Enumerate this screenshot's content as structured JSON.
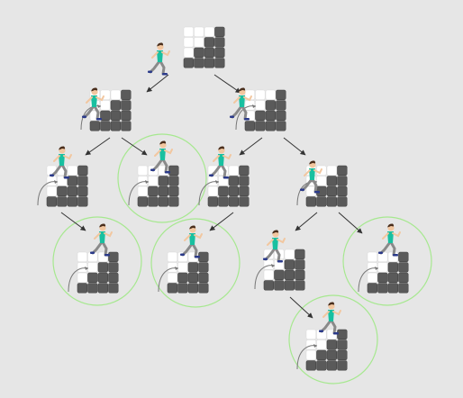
{
  "colors": {
    "background": "#e6e6e6",
    "block": "#5a5a5a",
    "block_edge": "#444444",
    "empty_cell": "#ffffff",
    "grid_line": "#d9d9d9",
    "edge_arrow": "#333333",
    "highlight_circle": "#a6e88f",
    "jump_arc": "#777777",
    "runner_shirt": "#19c0a0",
    "runner_pants": "#8a8a8a",
    "runner_hair": "#4a2e1c",
    "runner_skin": "#f2c7a0",
    "runner_shoe": "#2b3a8a"
  },
  "figure": {
    "description_type": "decision tree of staircase-climbing states",
    "nodes": [
      {
        "id": "root",
        "depth": 0,
        "highlighted": false,
        "has_jump_arc": false
      },
      {
        "id": "n1",
        "depth": 1,
        "highlighted": false,
        "has_jump_arc": true
      },
      {
        "id": "n2",
        "depth": 1,
        "highlighted": false,
        "has_jump_arc": true
      },
      {
        "id": "n1a",
        "depth": 2,
        "highlighted": false,
        "has_jump_arc": true
      },
      {
        "id": "n1b",
        "depth": 2,
        "highlighted": true,
        "has_jump_arc": true
      },
      {
        "id": "n2a",
        "depth": 2,
        "highlighted": false,
        "has_jump_arc": true
      },
      {
        "id": "n2b",
        "depth": 2,
        "highlighted": false,
        "has_jump_arc": true
      },
      {
        "id": "n1a1",
        "depth": 3,
        "highlighted": true,
        "has_jump_arc": true
      },
      {
        "id": "n2a1",
        "depth": 3,
        "highlighted": true,
        "has_jump_arc": true
      },
      {
        "id": "n2b1",
        "depth": 3,
        "highlighted": false,
        "has_jump_arc": true
      },
      {
        "id": "n2b2",
        "depth": 3,
        "highlighted": true,
        "has_jump_arc": true
      },
      {
        "id": "n2b1a",
        "depth": 4,
        "highlighted": true,
        "has_jump_arc": true
      }
    ],
    "edges": [
      [
        "root",
        "n1"
      ],
      [
        "root",
        "n2"
      ],
      [
        "n1",
        "n1a"
      ],
      [
        "n1",
        "n1b"
      ],
      [
        "n2",
        "n2a"
      ],
      [
        "n2",
        "n2b"
      ],
      [
        "n1a",
        "n1a1"
      ],
      [
        "n2a",
        "n2a1"
      ],
      [
        "n2b",
        "n2b1"
      ],
      [
        "n2b",
        "n2b2"
      ],
      [
        "n2b1",
        "n2b1a"
      ]
    ]
  }
}
